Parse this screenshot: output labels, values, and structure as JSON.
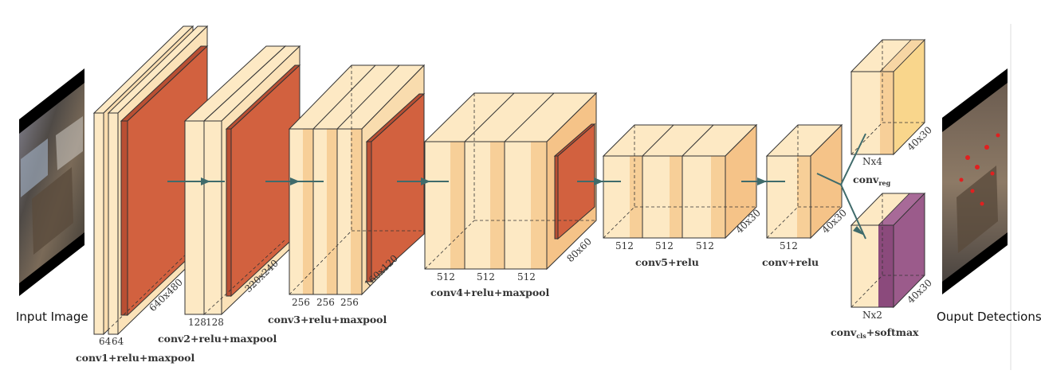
{
  "io": {
    "input_label": "Input Image",
    "output_label": "Ouput Detections"
  },
  "blocks": [
    {
      "caption": "conv1+relu+maxpool",
      "channels": [
        "64",
        "64"
      ],
      "size": "640x480"
    },
    {
      "caption": "conv2+relu+maxpool",
      "channels": [
        "128",
        "128"
      ],
      "size": "320x240"
    },
    {
      "caption": "conv3+relu+maxpool",
      "channels": [
        "256",
        "256",
        "256"
      ],
      "size": "160x120"
    },
    {
      "caption": "conv4+relu+maxpool",
      "channels": [
        "512",
        "512",
        "512"
      ],
      "size": "80x60"
    },
    {
      "caption": "conv5+relu",
      "channels": [
        "512",
        "512",
        "512"
      ],
      "size": "40x30"
    },
    {
      "caption": "conv+relu",
      "channels": [
        "512"
      ],
      "size": "40x30"
    }
  ],
  "heads": {
    "reg": {
      "caption_main": "conv",
      "caption_sub": "reg",
      "caption_tail": "",
      "label": "Nx4",
      "size": "40x30"
    },
    "cls": {
      "caption_main": "conv",
      "caption_sub": "cls",
      "caption_tail": "+softmax",
      "label": "Nx2",
      "size": "40x30"
    }
  },
  "colors": {
    "cream": "#fde9c4",
    "band": "#f5c388",
    "pool": "#d2613f",
    "reg_band": "#f9d68c",
    "cls_face": "#9b5b8b",
    "arrow": "#3f6b6b"
  }
}
